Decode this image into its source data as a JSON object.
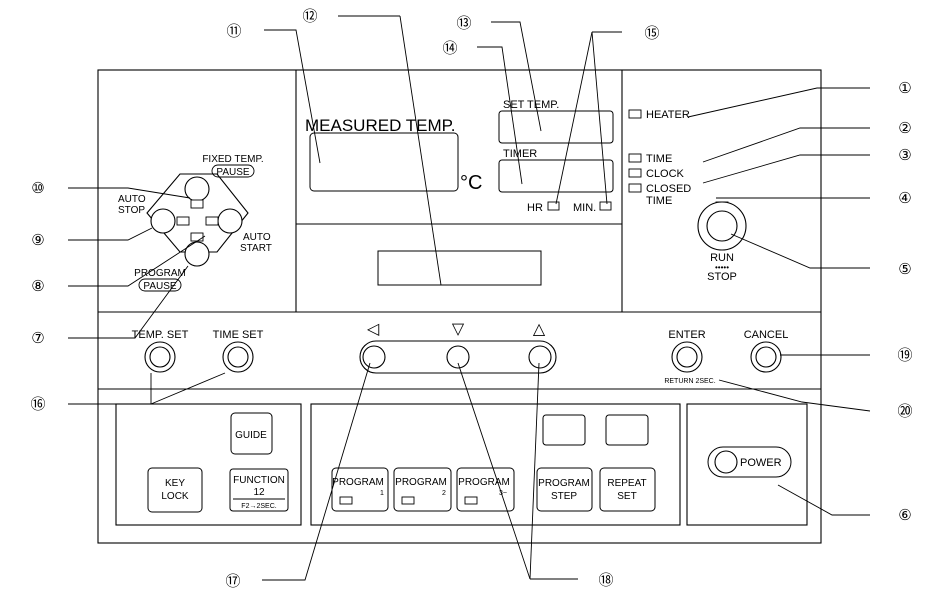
{
  "callouts": [
    "①",
    "②",
    "③",
    "④",
    "⑤",
    "⑥",
    "⑦",
    "⑧",
    "⑨",
    "⑩",
    "⑪",
    "⑫",
    "⑬",
    "⑭",
    "⑮",
    "⑯",
    "⑰",
    "⑱",
    "⑲",
    "⑳"
  ],
  "display": {
    "measured_temp": "MEASURED TEMP.",
    "unit": "°C",
    "set_temp": "SET TEMP.",
    "timer": "TIMER",
    "hr": "HR",
    "min": "MIN."
  },
  "indicators": {
    "heater": "HEATER",
    "time": "TIME",
    "clock": "CLOCK",
    "closed": "CLOSED",
    "closed_time": "TIME"
  },
  "run_stop": {
    "run": "RUN",
    "dots": "•••••",
    "stop": "STOP"
  },
  "dpad": {
    "fixed_temp": "FIXED TEMP.",
    "pause_top": "PAUSE",
    "auto_stop_1": "AUTO",
    "auto_stop_2": "STOP",
    "auto_start_1": "AUTO",
    "auto_start_2": "START",
    "program": "PROGRAM",
    "pause_bottom": "PAUSE"
  },
  "keys": {
    "temp_set": "TEMP. SET",
    "time_set": "TIME SET",
    "left_arrow": "◁",
    "down_arrow": "▽",
    "up_arrow": "△",
    "enter": "ENTER",
    "return_note": "RETURN 2SEC.",
    "cancel": "CANCEL"
  },
  "bottom": {
    "guide": "GUIDE",
    "key_1": "KEY",
    "key_2": "LOCK",
    "function_1": "FUNCTION",
    "function_2": "12",
    "function_note": "F2→2SEC.",
    "program": "PROGRAM",
    "program_1": "1",
    "program_2": "2",
    "program_3": "3~",
    "program_step_1": "PROGRAM",
    "program_step_2": "STEP",
    "repeat_1": "REPEAT",
    "repeat_2": "SET",
    "power": "POWER"
  }
}
